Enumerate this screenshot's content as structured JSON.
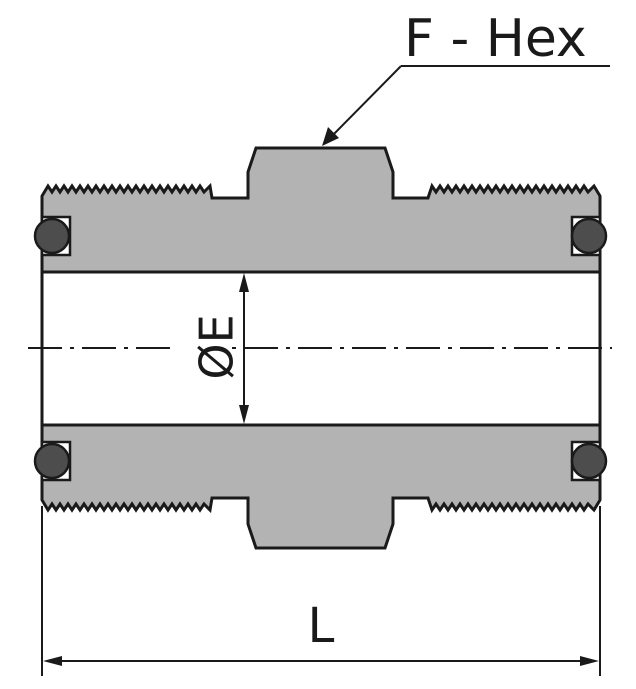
{
  "callout": {
    "text": "F - Hex"
  },
  "dimensions": {
    "bore_label": "ØE",
    "length_label": "L"
  },
  "colors": {
    "body_fill": "#b3b3b3",
    "outline": "#1a1a1a",
    "oring": "#4d4d4d",
    "background": "#ffffff"
  }
}
